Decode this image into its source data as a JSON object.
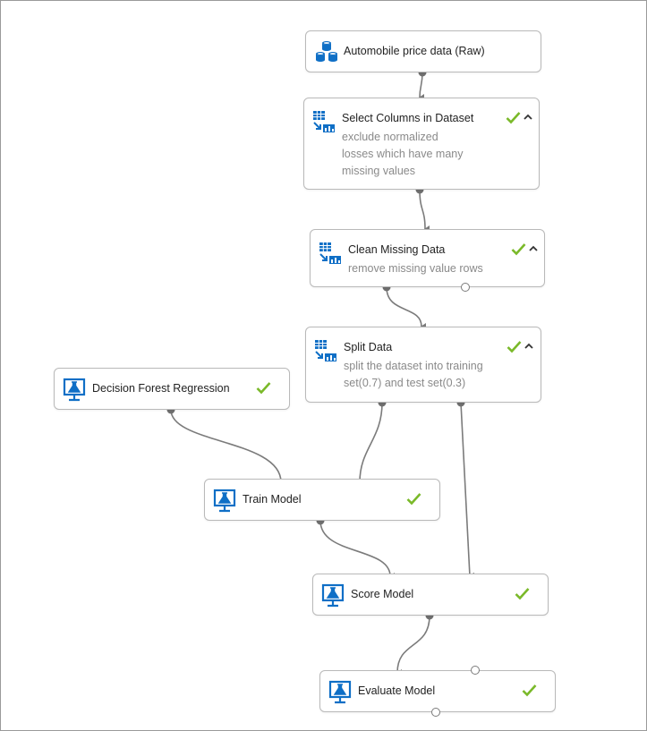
{
  "colors": {
    "border": "#b9b9b9",
    "wire": "#7b7b7b",
    "port": "#6f6f6f",
    "check": "#7ab929",
    "icon": "#0f6fc6"
  },
  "modules": {
    "automobile": {
      "title": "Automobile price data (Raw)",
      "icon": "database-icon"
    },
    "select_columns": {
      "title": "Select Columns in Dataset",
      "description": "exclude normalized losses which have many missing values",
      "icon": "data-transform-icon",
      "status": "check-icon"
    },
    "clean_missing": {
      "title": "Clean Missing Data",
      "description": "remove missing value rows",
      "icon": "data-transform-icon",
      "status": "check-icon"
    },
    "split_data": {
      "title": "Split Data",
      "description": "split the dataset into training set(0.7) and test set(0.3)",
      "icon": "data-transform-icon",
      "status": "check-icon"
    },
    "decision_forest": {
      "title": "Decision Forest Regression",
      "icon": "ml-flask-icon",
      "status": "check-icon"
    },
    "train_model": {
      "title": "Train Model",
      "icon": "ml-flask-icon",
      "status": "check-icon"
    },
    "score_model": {
      "title": "Score Model",
      "icon": "ml-flask-icon",
      "status": "check-icon"
    },
    "evaluate_model": {
      "title": "Evaluate Model",
      "icon": "ml-flask-icon",
      "status": "check-icon"
    }
  }
}
